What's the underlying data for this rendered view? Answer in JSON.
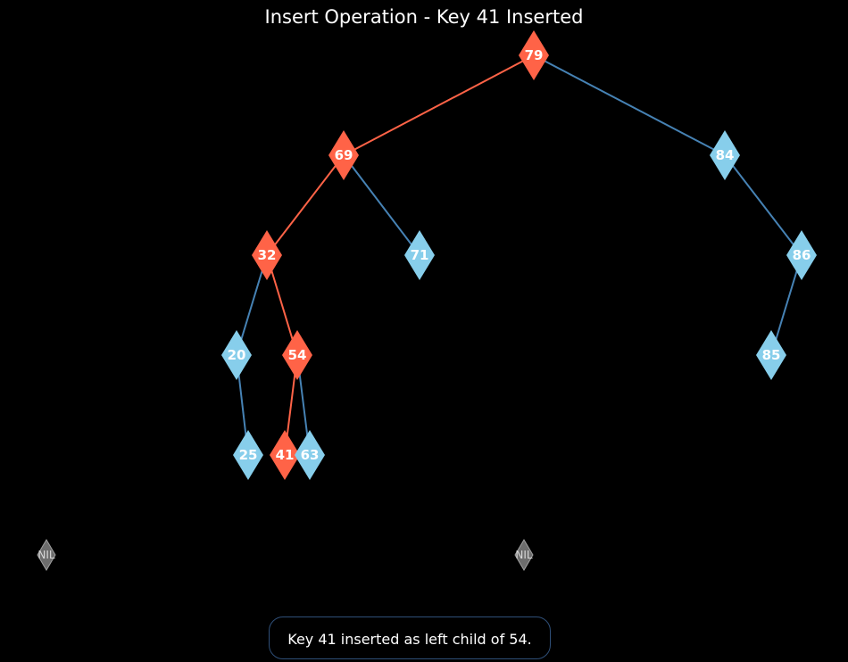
{
  "title": "Insert Operation - Key 41 Inserted",
  "caption": "Key 41 inserted as left child of 54.",
  "colors": {
    "background": "#000000",
    "highlight_node": "#ff6347",
    "normal_node": "#87ceeb",
    "highlight_edge": "#ff6347",
    "normal_edge": "#4682b4",
    "nil_node": "#808080"
  },
  "nodes": [
    {
      "id": "n79",
      "key": "79",
      "highlighted": true
    },
    {
      "id": "n69",
      "key": "69",
      "highlighted": true
    },
    {
      "id": "n84",
      "key": "84",
      "highlighted": false
    },
    {
      "id": "n32",
      "key": "32",
      "highlighted": true
    },
    {
      "id": "n71",
      "key": "71",
      "highlighted": false
    },
    {
      "id": "n86",
      "key": "86",
      "highlighted": false
    },
    {
      "id": "n20",
      "key": "20",
      "highlighted": false
    },
    {
      "id": "n54",
      "key": "54",
      "highlighted": true
    },
    {
      "id": "n85",
      "key": "85",
      "highlighted": false
    },
    {
      "id": "n25",
      "key": "25",
      "highlighted": false
    },
    {
      "id": "n41",
      "key": "41",
      "highlighted": true
    },
    {
      "id": "n63",
      "key": "63",
      "highlighted": false
    }
  ],
  "nil_nodes": [
    {
      "id": "nil1",
      "label": "NIL"
    },
    {
      "id": "nil2",
      "label": "NIL"
    }
  ],
  "edges": [
    {
      "from": "n79",
      "to": "n69",
      "highlighted": true
    },
    {
      "from": "n79",
      "to": "n84",
      "highlighted": false
    },
    {
      "from": "n69",
      "to": "n32",
      "highlighted": true
    },
    {
      "from": "n69",
      "to": "n71",
      "highlighted": false
    },
    {
      "from": "n84",
      "to": "n86",
      "highlighted": false
    },
    {
      "from": "n32",
      "to": "n20",
      "highlighted": false
    },
    {
      "from": "n32",
      "to": "n54",
      "highlighted": true
    },
    {
      "from": "n86",
      "to": "n85",
      "highlighted": false
    },
    {
      "from": "n20",
      "to": "n25",
      "highlighted": false
    },
    {
      "from": "n54",
      "to": "n41",
      "highlighted": true
    },
    {
      "from": "n54",
      "to": "n63",
      "highlighted": false
    }
  ]
}
